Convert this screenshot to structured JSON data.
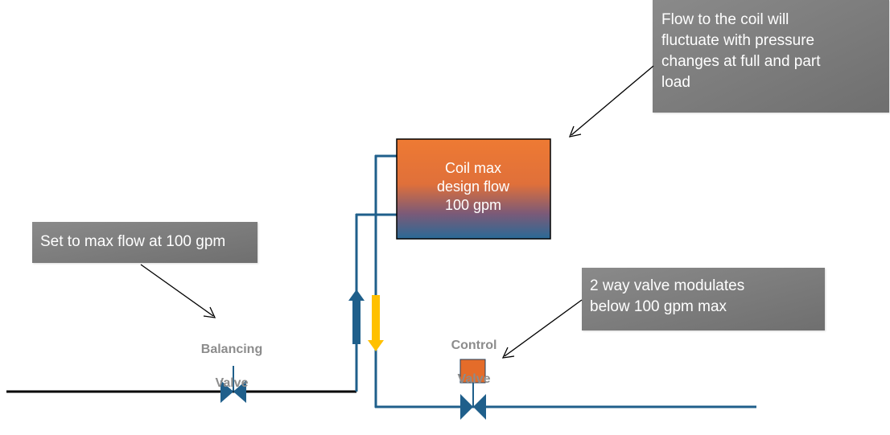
{
  "callouts": {
    "top": {
      "lines": [
        "Flow to the coil will",
        "fluctuate with pressure",
        "changes at full and part",
        "load"
      ]
    },
    "left": {
      "lines": [
        "Set to max flow at 100 gpm"
      ]
    },
    "right": {
      "lines": [
        "2 way valve modulates",
        "below 100 gpm max"
      ]
    }
  },
  "coil": {
    "lines": [
      "Coil max",
      "design flow",
      "100 gpm"
    ]
  },
  "balancing_valve": {
    "lines": [
      "Balancing",
      "Valve"
    ]
  },
  "control_valve": {
    "lines": [
      "Control",
      "Valve"
    ]
  },
  "colors": {
    "callout_bg": "#7f7f7f",
    "pipe": "#1f5f8b",
    "pipe_black": "#000000",
    "coil_top": "#ee7a33",
    "coil_bottom": "#2a6a96",
    "supply_arrow": "#1f5f8b",
    "return_arrow": "#ffc000",
    "control_actuator": "#e46c2a",
    "valve_body": "#1f5f8b",
    "label_gray": "#8c8c8c"
  },
  "icons": {
    "balancing_valve": "butterfly-valve-icon",
    "control_valve": "butterfly-valve-icon",
    "flow_arrow_up": "arrow-up-icon",
    "flow_arrow_down": "arrow-down-icon"
  }
}
